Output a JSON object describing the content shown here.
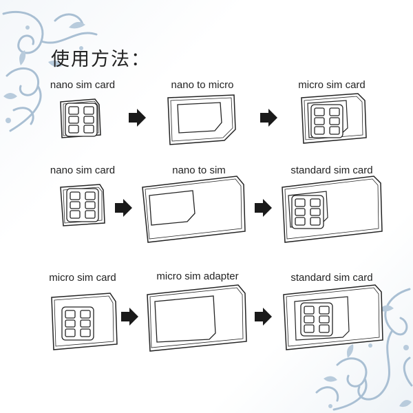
{
  "title": "使用方法：",
  "rows": [
    {
      "steps": [
        {
          "label": "nano sim card"
        },
        {
          "label": "nano to micro"
        },
        {
          "label": "micro sim card"
        }
      ]
    },
    {
      "steps": [
        {
          "label": "nano sim card"
        },
        {
          "label": "nano to sim"
        },
        {
          "label": "standard sim card"
        }
      ]
    },
    {
      "steps": [
        {
          "label": "micro sim card"
        },
        {
          "label": "micro sim adapter"
        },
        {
          "label": "standard sim card"
        }
      ]
    }
  ],
  "colors": {
    "ornament": "#a9bfd3",
    "line": "#222222",
    "arrow": "#1a1a1a"
  },
  "icons": [
    "swirl-ornament",
    "right-arrow-icon",
    "sim-chip-icon"
  ]
}
